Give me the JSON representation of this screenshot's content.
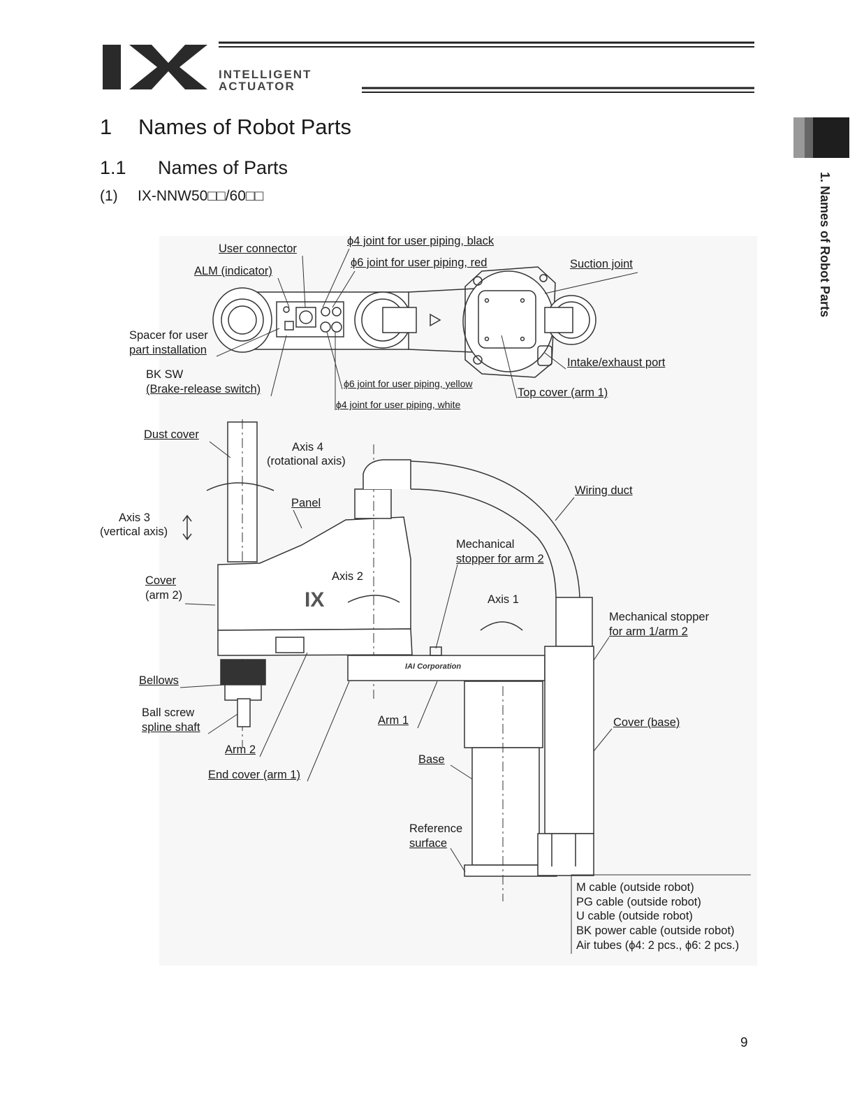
{
  "header": {
    "logo_mark": "IX",
    "logo_line1": "INTELLIGENT",
    "logo_line2": "ACTUATOR"
  },
  "side_tab": {
    "text": "1. Names of Robot Parts"
  },
  "section": {
    "number": "1",
    "title": "Names of Robot Parts",
    "sub_number": "1.1",
    "sub_title": "Names of Parts",
    "item_number": "(1)",
    "item_title": "IX-NNW50□□/60□□"
  },
  "top_view_labels": {
    "user_connector": "User connector",
    "alm": "ALM (indicator)",
    "joint4_black": "ϕ4 joint for user piping, black",
    "joint6_red": "ϕ6 joint for user piping, red",
    "suction_joint": "Suction joint",
    "spacer_l1": "Spacer for user",
    "spacer_l2": "part installation",
    "bksw_l1": "BK SW",
    "bksw_l2": "(Brake-release switch)",
    "joint6_yellow": "ϕ6 joint for user piping, yellow",
    "joint4_white": "ϕ4 joint for user piping, white",
    "intake": "Intake/exhaust port",
    "top_cover": "Top cover (arm 1)"
  },
  "side_view_labels": {
    "dust_cover": "Dust cover",
    "axis4_l1": "Axis 4",
    "axis4_l2": "(rotational axis)",
    "panel": "Panel",
    "wiring_duct": "Wiring duct",
    "axis3_l1": "Axis 3",
    "axis3_l2": "(vertical axis)",
    "mech_stop2_l1": "Mechanical",
    "mech_stop2_l2": "stopper for arm 2",
    "cover_arm2_l1": "Cover",
    "cover_arm2_l2": "(arm 2)",
    "axis2": "Axis 2",
    "axis1": "Axis 1",
    "mech_stop12_l1": "Mechanical stopper",
    "mech_stop12_l2": "for arm 1/arm 2",
    "bellows": "Bellows",
    "ballscrew_l1": "Ball screw",
    "ballscrew_l2": "spline shaft",
    "arm1": "Arm 1",
    "cover_base": "Cover (base)",
    "arm2": "Arm 2",
    "base": "Base",
    "end_cover": "End cover (arm 1)",
    "ref_l1": "Reference",
    "ref_l2": "surface",
    "arm1_marking": "IAI Corporation",
    "robot_logo": "IX",
    "cables": [
      "M cable (outside robot)",
      "PG cable (outside robot)",
      "U cable (outside robot)",
      "BK power cable (outside robot)",
      "Air tubes (ϕ4: 2 pcs., ϕ6: 2 pcs.)"
    ]
  },
  "page_number": "9"
}
